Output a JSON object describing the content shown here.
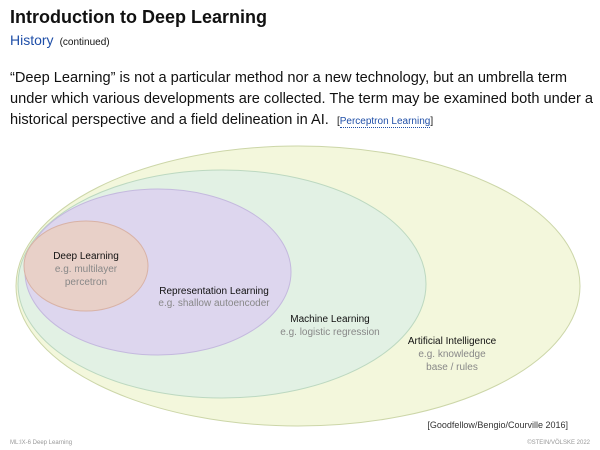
{
  "header": {
    "title": "Introduction to Deep Learning",
    "subtitle": "History",
    "subtitle_note": "(continued)"
  },
  "body": {
    "text": "“Deep Learning” is not a particular method nor a new technology, but an umbrella term under which various developments are collected. The term may be examined both under a historical perspective and a field delineation in AI.",
    "ref_open": "[",
    "ref_link": "Perceptron Learning",
    "ref_close": "]"
  },
  "venn": {
    "ai": {
      "label": "Artificial Intelligence",
      "sub1": "e.g. knowledge",
      "sub2": "base / rules",
      "fill": "#f3f7dc"
    },
    "ml": {
      "label": "Machine Learning",
      "sub1": "e.g. logistic regression",
      "fill": "#e2f1e4"
    },
    "rl": {
      "label": "Representation Learning",
      "sub1": "e.g. shallow autoencoder",
      "fill": "#ddd6ee"
    },
    "dl": {
      "label": "Deep Learning",
      "sub1": "e.g. multilayer",
      "sub2": "percetron",
      "fill": "#e8d0c8"
    }
  },
  "citation": "[Goodfellow/Bengio/Courville 2016]",
  "footer": {
    "left": "ML:IX-6   Deep Learning",
    "right": "©STEIN/VÖLSKE 2022"
  }
}
